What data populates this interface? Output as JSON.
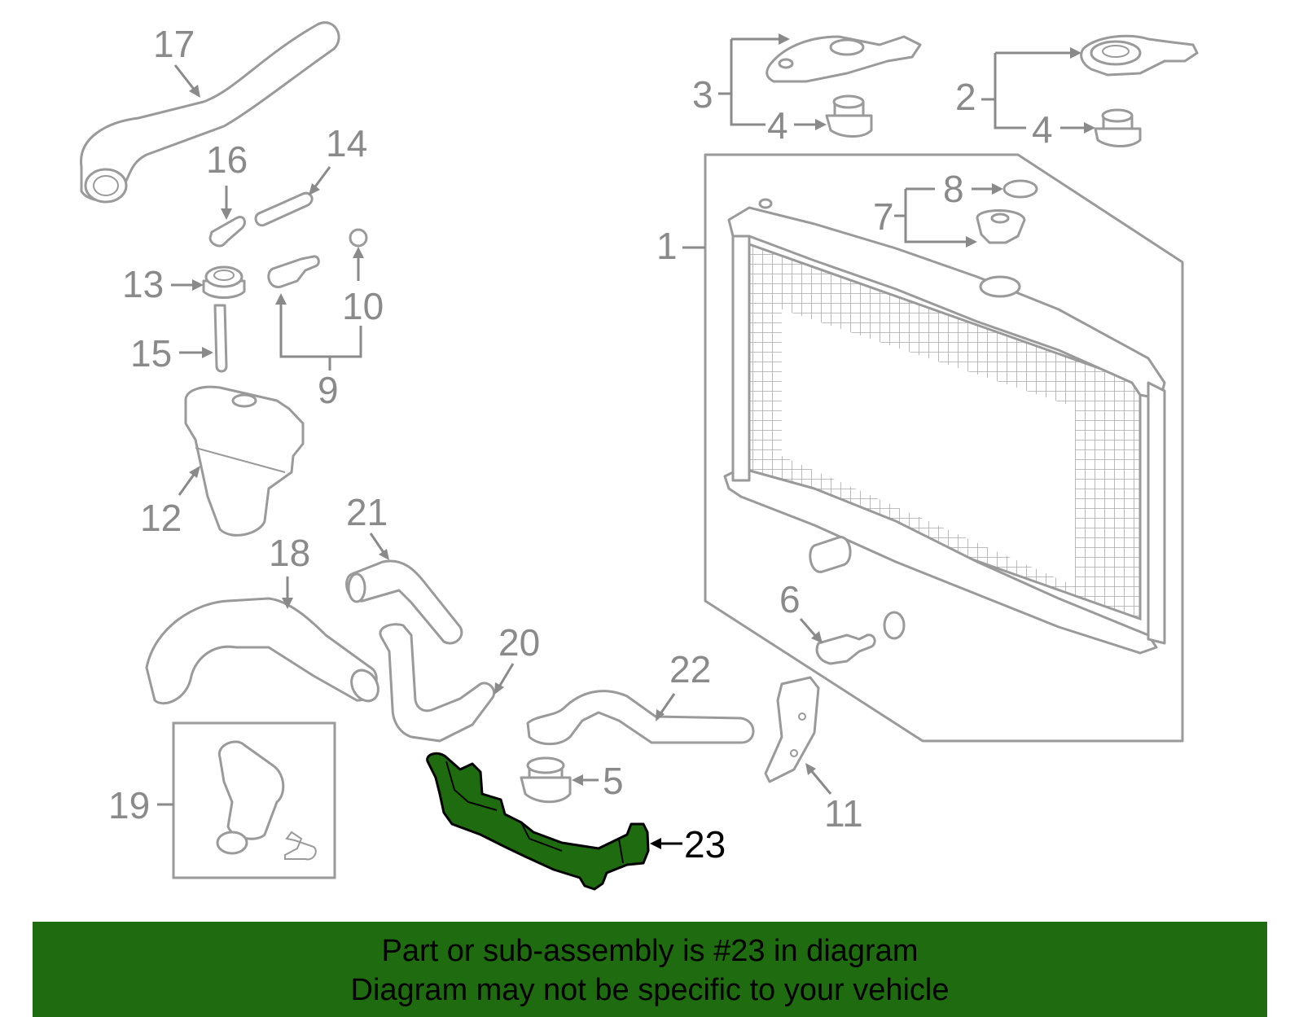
{
  "callouts": {
    "c1": "1",
    "c2": "2",
    "c3": "3",
    "c4a": "4",
    "c4b": "4",
    "c5": "5",
    "c6": "6",
    "c7": "7",
    "c8": "8",
    "c9": "9",
    "c10": "10",
    "c11": "11",
    "c12": "12",
    "c13": "13",
    "c14": "14",
    "c15": "15",
    "c16": "16",
    "c17": "17",
    "c18": "18",
    "c19": "19",
    "c20": "20",
    "c21": "21",
    "c22": "22",
    "c23": "23"
  },
  "highlighted_part": "23",
  "highlight_color": "#1f6b0f",
  "banner": {
    "line1": "Part or sub-assembly is #23 in diagram",
    "line2": "Diagram may not be specific to your vehicle"
  }
}
